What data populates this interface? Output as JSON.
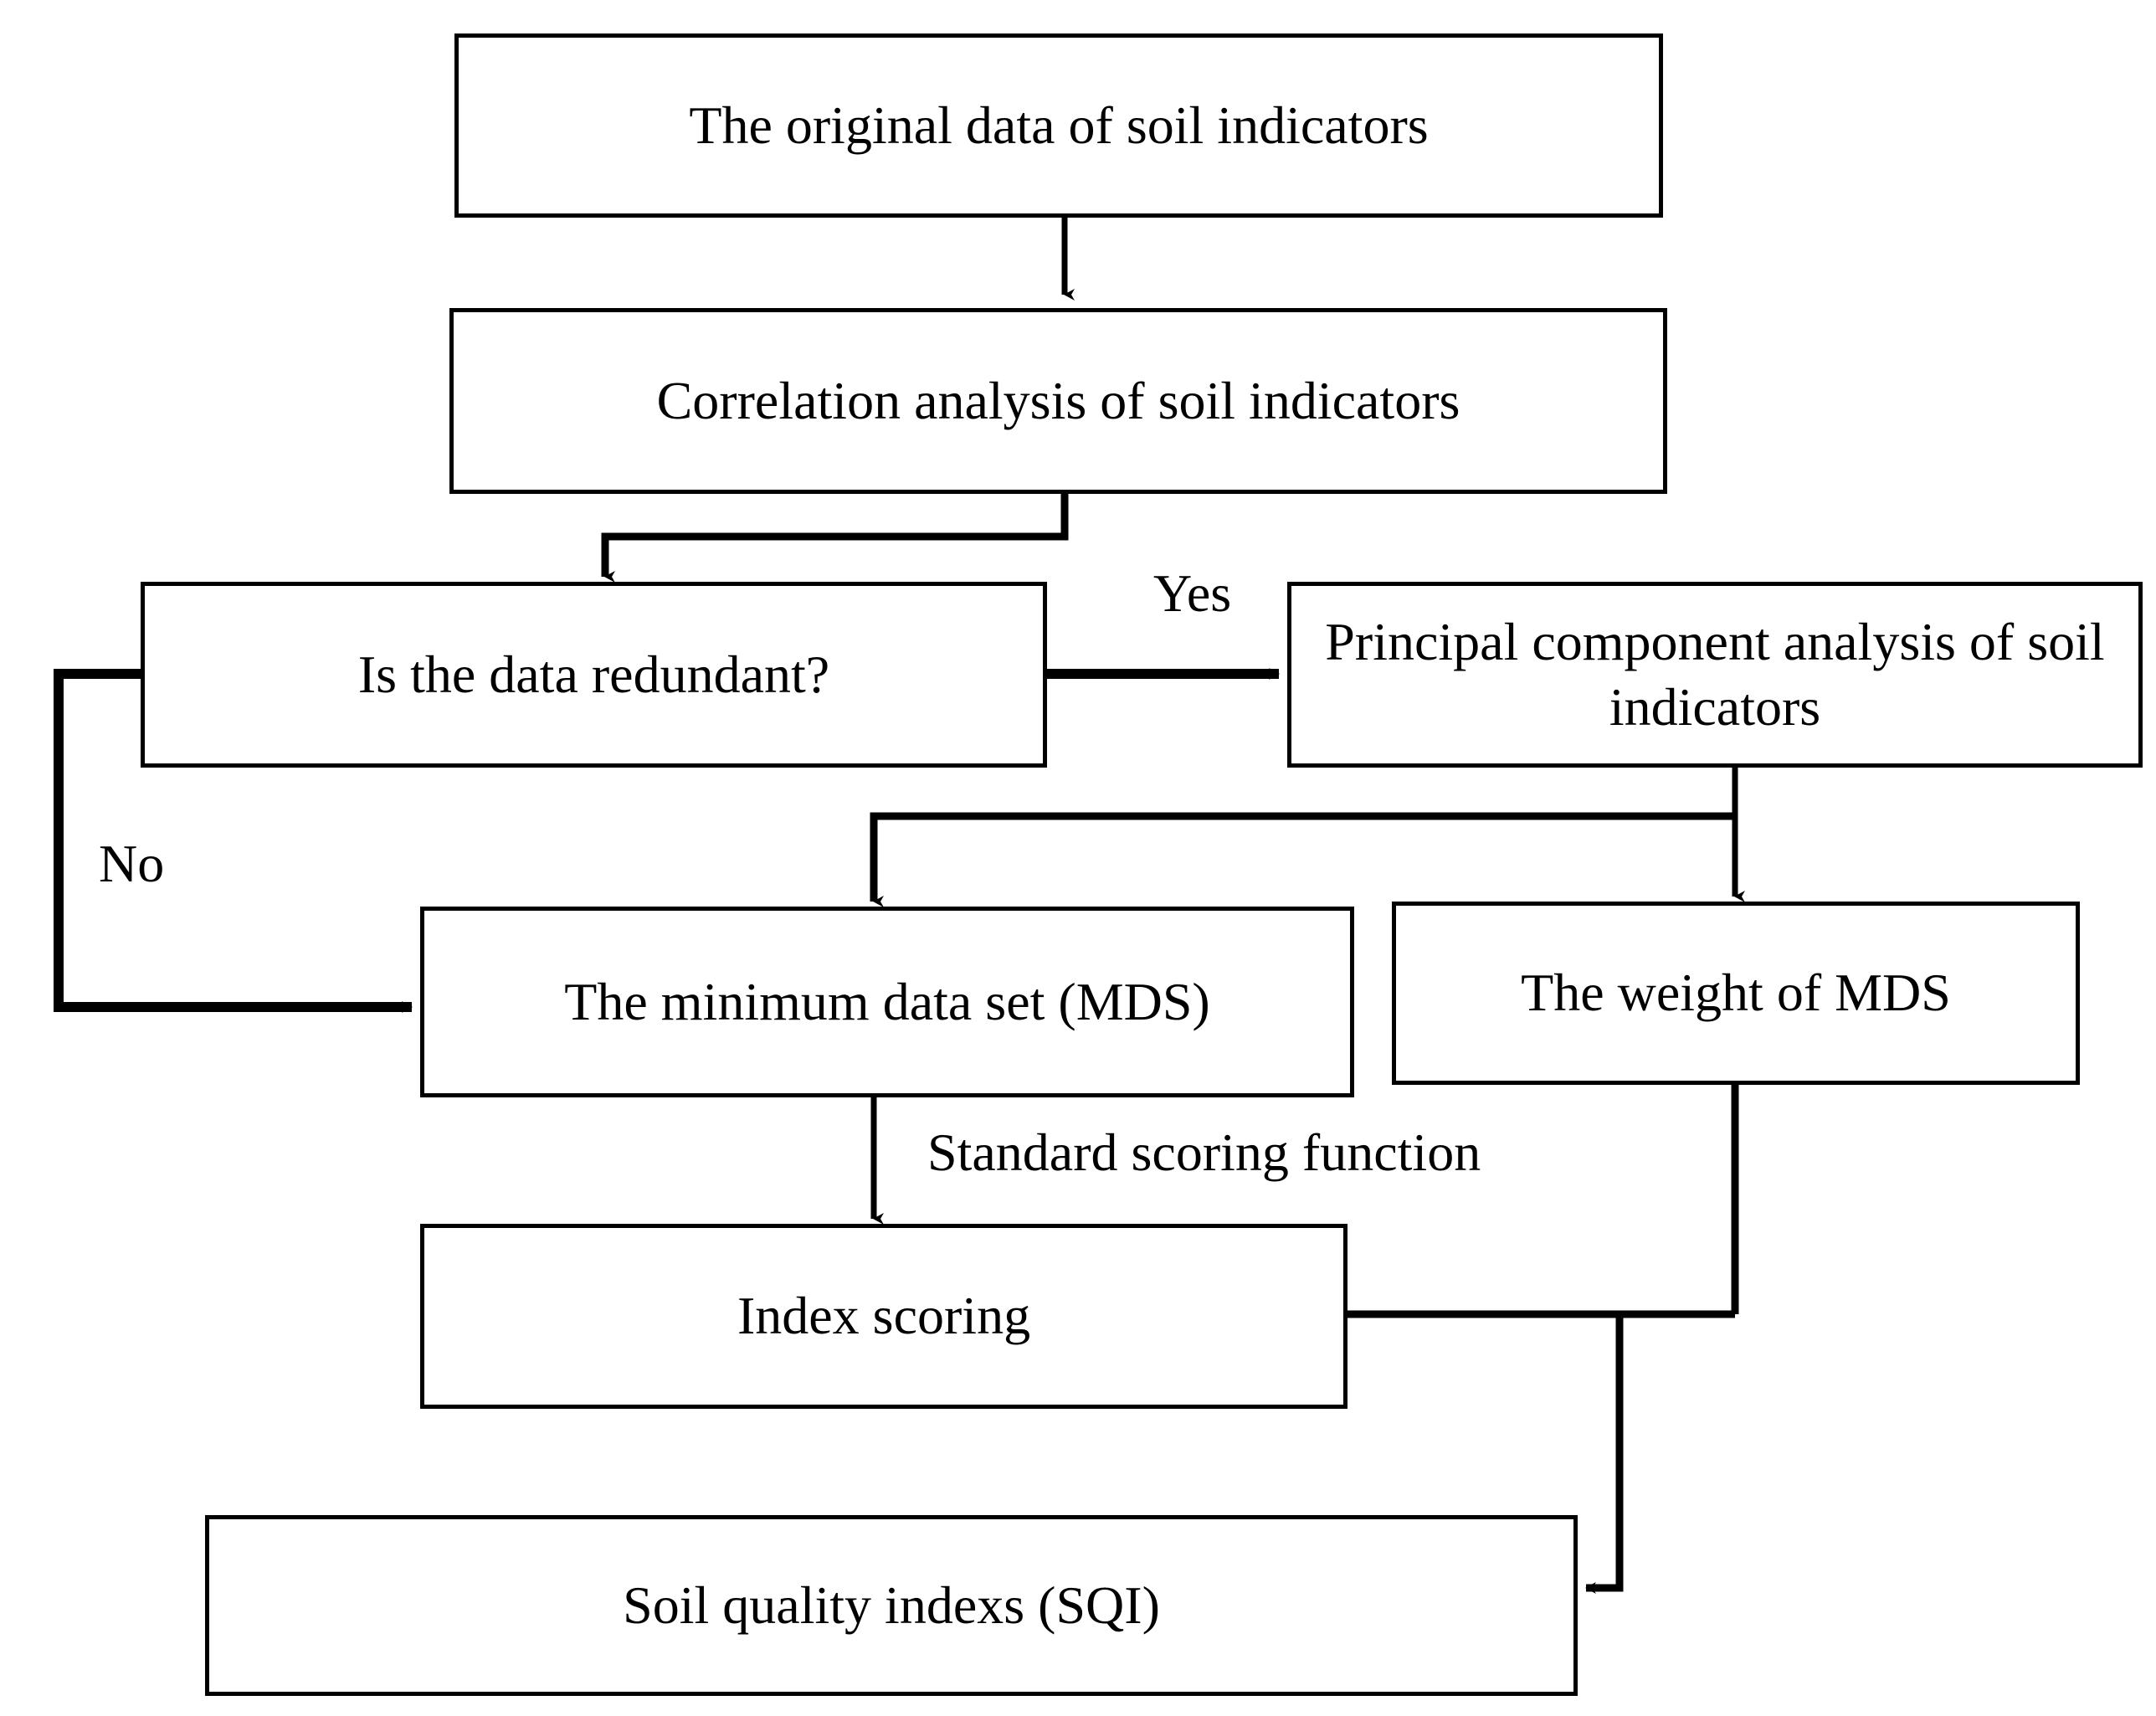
{
  "diagram": {
    "title": "Soil quality index evaluation flowchart",
    "background_color": "#ffffff",
    "line_color": "#000000",
    "text_color": "#000000",
    "nodes": {
      "original_data": {
        "label": "The original data of soil indicators",
        "font_size": "64px"
      },
      "correlation": {
        "label": "Correlation analysis of soil indicators",
        "font_size": "64px"
      },
      "decision": {
        "label": "Is the data redundant?",
        "font_size": "64px"
      },
      "pca": {
        "label": "Principal component analysis of soil indicators",
        "font_size": "64px"
      },
      "mds": {
        "label": "The minimum data set (MDS)",
        "font_size": "64px"
      },
      "weight": {
        "label": "The weight of MDS",
        "font_size": "64px"
      },
      "index_scoring": {
        "label": "Index scoring",
        "font_size": "64px"
      },
      "sqi": {
        "label": "Soil quality indexs (SQI)",
        "font_size": "64px"
      }
    },
    "edge_labels": {
      "yes": {
        "text": "Yes",
        "font_size": "64px"
      },
      "no": {
        "text": "No",
        "font_size": "64px"
      },
      "standard_scoring": {
        "text": "Standard scoring function",
        "font_size": "64px"
      }
    }
  }
}
